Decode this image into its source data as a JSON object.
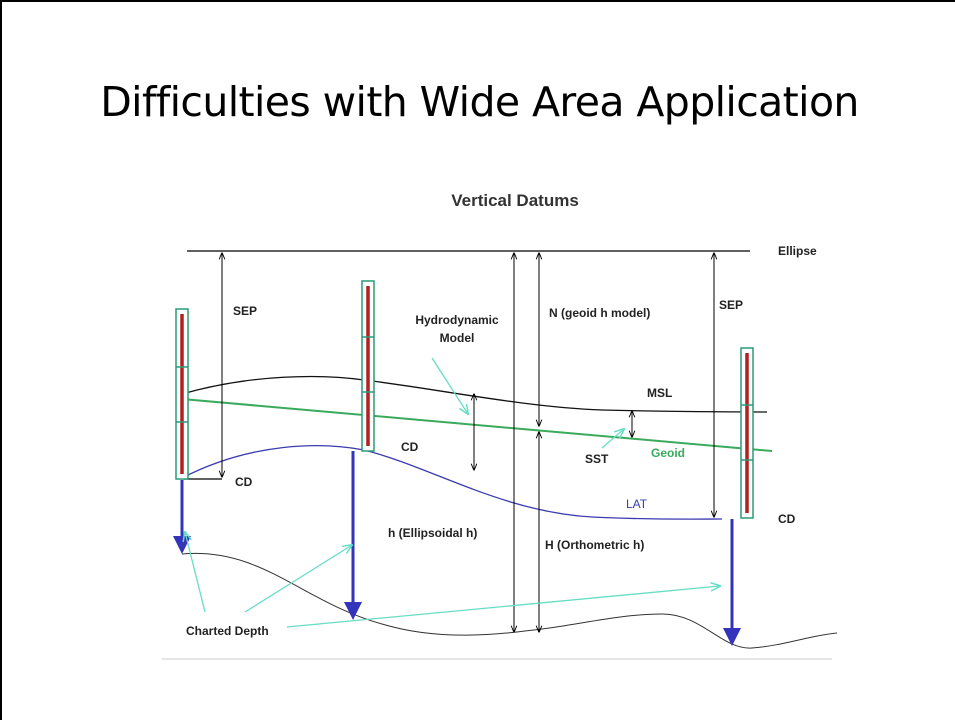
{
  "slide": {
    "title": "Difficulties with Wide Area Application"
  },
  "diagram": {
    "title": "Vertical Datums",
    "labels": {
      "ellipse": "Ellipse",
      "sep_left": "SEP",
      "sep_right": "SEP",
      "hydro_line1": "Hydrodynamic",
      "hydro_line2": "Model",
      "n_geoid": "N (geoid h model)",
      "msl": "MSL",
      "sst": "SST",
      "geoid": "Geoid",
      "cd_left": "CD",
      "cd_mid": "CD",
      "cd_right": "CD",
      "lat": "LAT",
      "h_ellipsoidal": "h (Ellipsoidal h)",
      "h_orthometric": "H (Orthometric h)",
      "charted_depth": "Charted Depth"
    },
    "colors": {
      "geoid": "#3aaa5c",
      "lat": "#3b3bb0",
      "depth_arrow": "#3333bb",
      "leader": "#66ddc4",
      "gauge_border": "#2a9a7a",
      "gauge_red": "#b02020"
    }
  }
}
